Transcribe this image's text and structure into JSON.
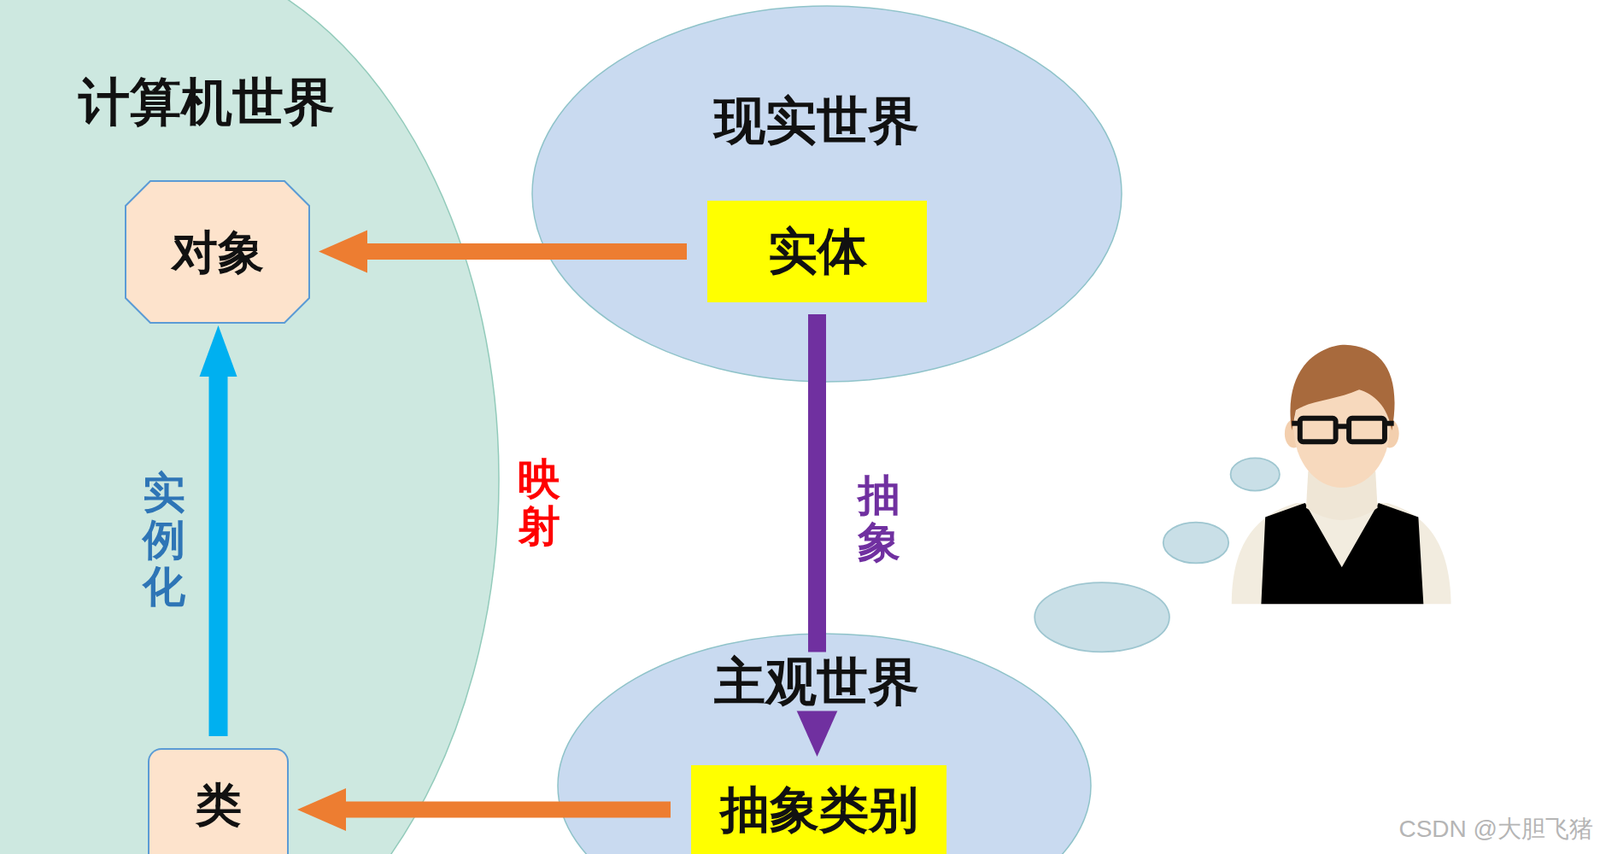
{
  "diagram": {
    "nodes": [
      {
        "text": [
          "计算机世界"
        ]
      },
      {
        "text": [
          "对象"
        ],
        "in": 0
      },
      {
        "text": [
          "类"
        ],
        "in": 0
      },
      {
        "text": [
          "现实世界"
        ]
      },
      {
        "text": [
          "实体"
        ],
        "in": 3
      },
      {
        "text": [
          "主观世界"
        ]
      },
      {
        "text": [
          "抽象类别"
        ],
        "in": 5
      }
    ],
    "edges": [
      {
        "from": 4,
        "to": 1,
        "arrow": "to"
      },
      {
        "from": 6,
        "to": 2,
        "arrow": "to"
      },
      {
        "from": 4,
        "to": 6,
        "label": "抽象",
        "arrow": "to"
      },
      {
        "from": 2,
        "to": 1,
        "label": "实例化",
        "arrow": "to"
      }
    ],
    "labels": [
      "映射",
      "CSDN @大胆飞猪"
    ]
  }
}
